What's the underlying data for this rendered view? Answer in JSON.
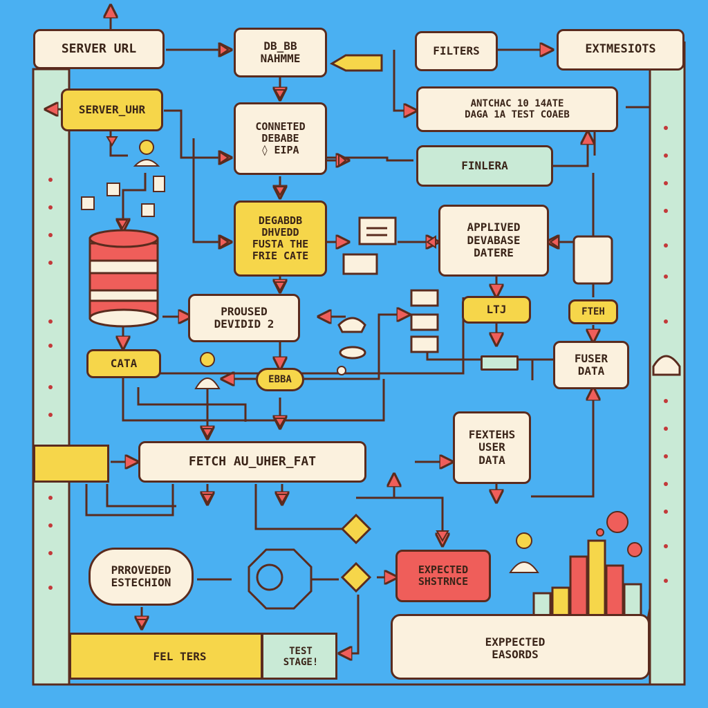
{
  "diagram": {
    "nodes": {
      "server_url_top": "SERVER URL",
      "db_name": "DB_BB\nNAHMME",
      "filters_top": "FILTERS",
      "extmesiots": "EXTMESIOTS",
      "server_uhr": "SERVER_UHR",
      "connected_db": "CONNETED\nDEBABE\n◊ EIPA",
      "antchac": "ANTCHAC 10 14ATE\nDAGA 1A TEST COAEB",
      "finlera": "FINLERA",
      "degabdb": "DEGABDB\nDHVEDD\nFUSTA THE\nFRIE  CATE",
      "applived": "APPLIVED\nDEVABASE\nDATERE",
      "proused": "PROUSED\nDEVIDID 2",
      "lti": "LTJ",
      "fteh": "FTEH",
      "cata": "CATA",
      "ebba": "EBBA",
      "fuser_data": "FUSER\nDATA",
      "fetch_auther": "FETCH AU_UHER_FAT",
      "fextehs": "FEXTEHS\nUSER\nDATA",
      "prrovedeed": "PRROVEDED\nESTECHION",
      "expected_sn": "EXPECTED\nSHSTRNCE",
      "fel_ters": "FEL  TERS",
      "test_stage": "TEST\nSTAGE!",
      "expected_easords": "EXPPECTED\nEASORDS"
    },
    "colors": {
      "background": "#4ab0f2",
      "stroke": "#5a2b1e",
      "cream": "#fbf1de",
      "yellow": "#f6d64a",
      "mint": "#c9ead6",
      "red": "#ef5e5a"
    }
  }
}
